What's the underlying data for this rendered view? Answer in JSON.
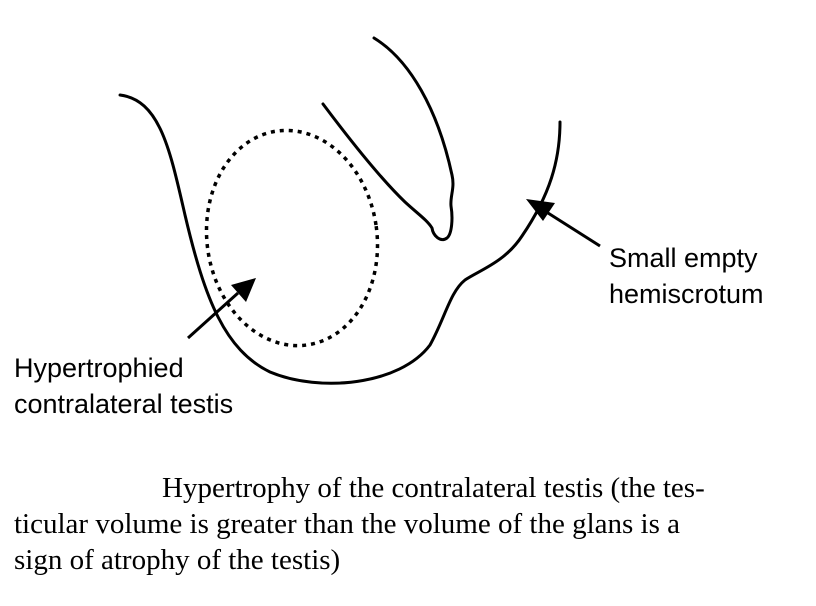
{
  "labels": {
    "right": {
      "line1": "Small empty",
      "line2": "hemiscrotum"
    },
    "left": {
      "line1": "Hypertrophied",
      "line2": "contralateral testis"
    }
  },
  "caption": {
    "line1": "Hypertrophy of the contralateral testis (the tes-",
    "line2": "ticular volume is greater than the volume of the glans is a",
    "line3": "sign of atrophy of the testis)"
  },
  "colors": {
    "ink": "#000000",
    "background": "#ffffff"
  }
}
